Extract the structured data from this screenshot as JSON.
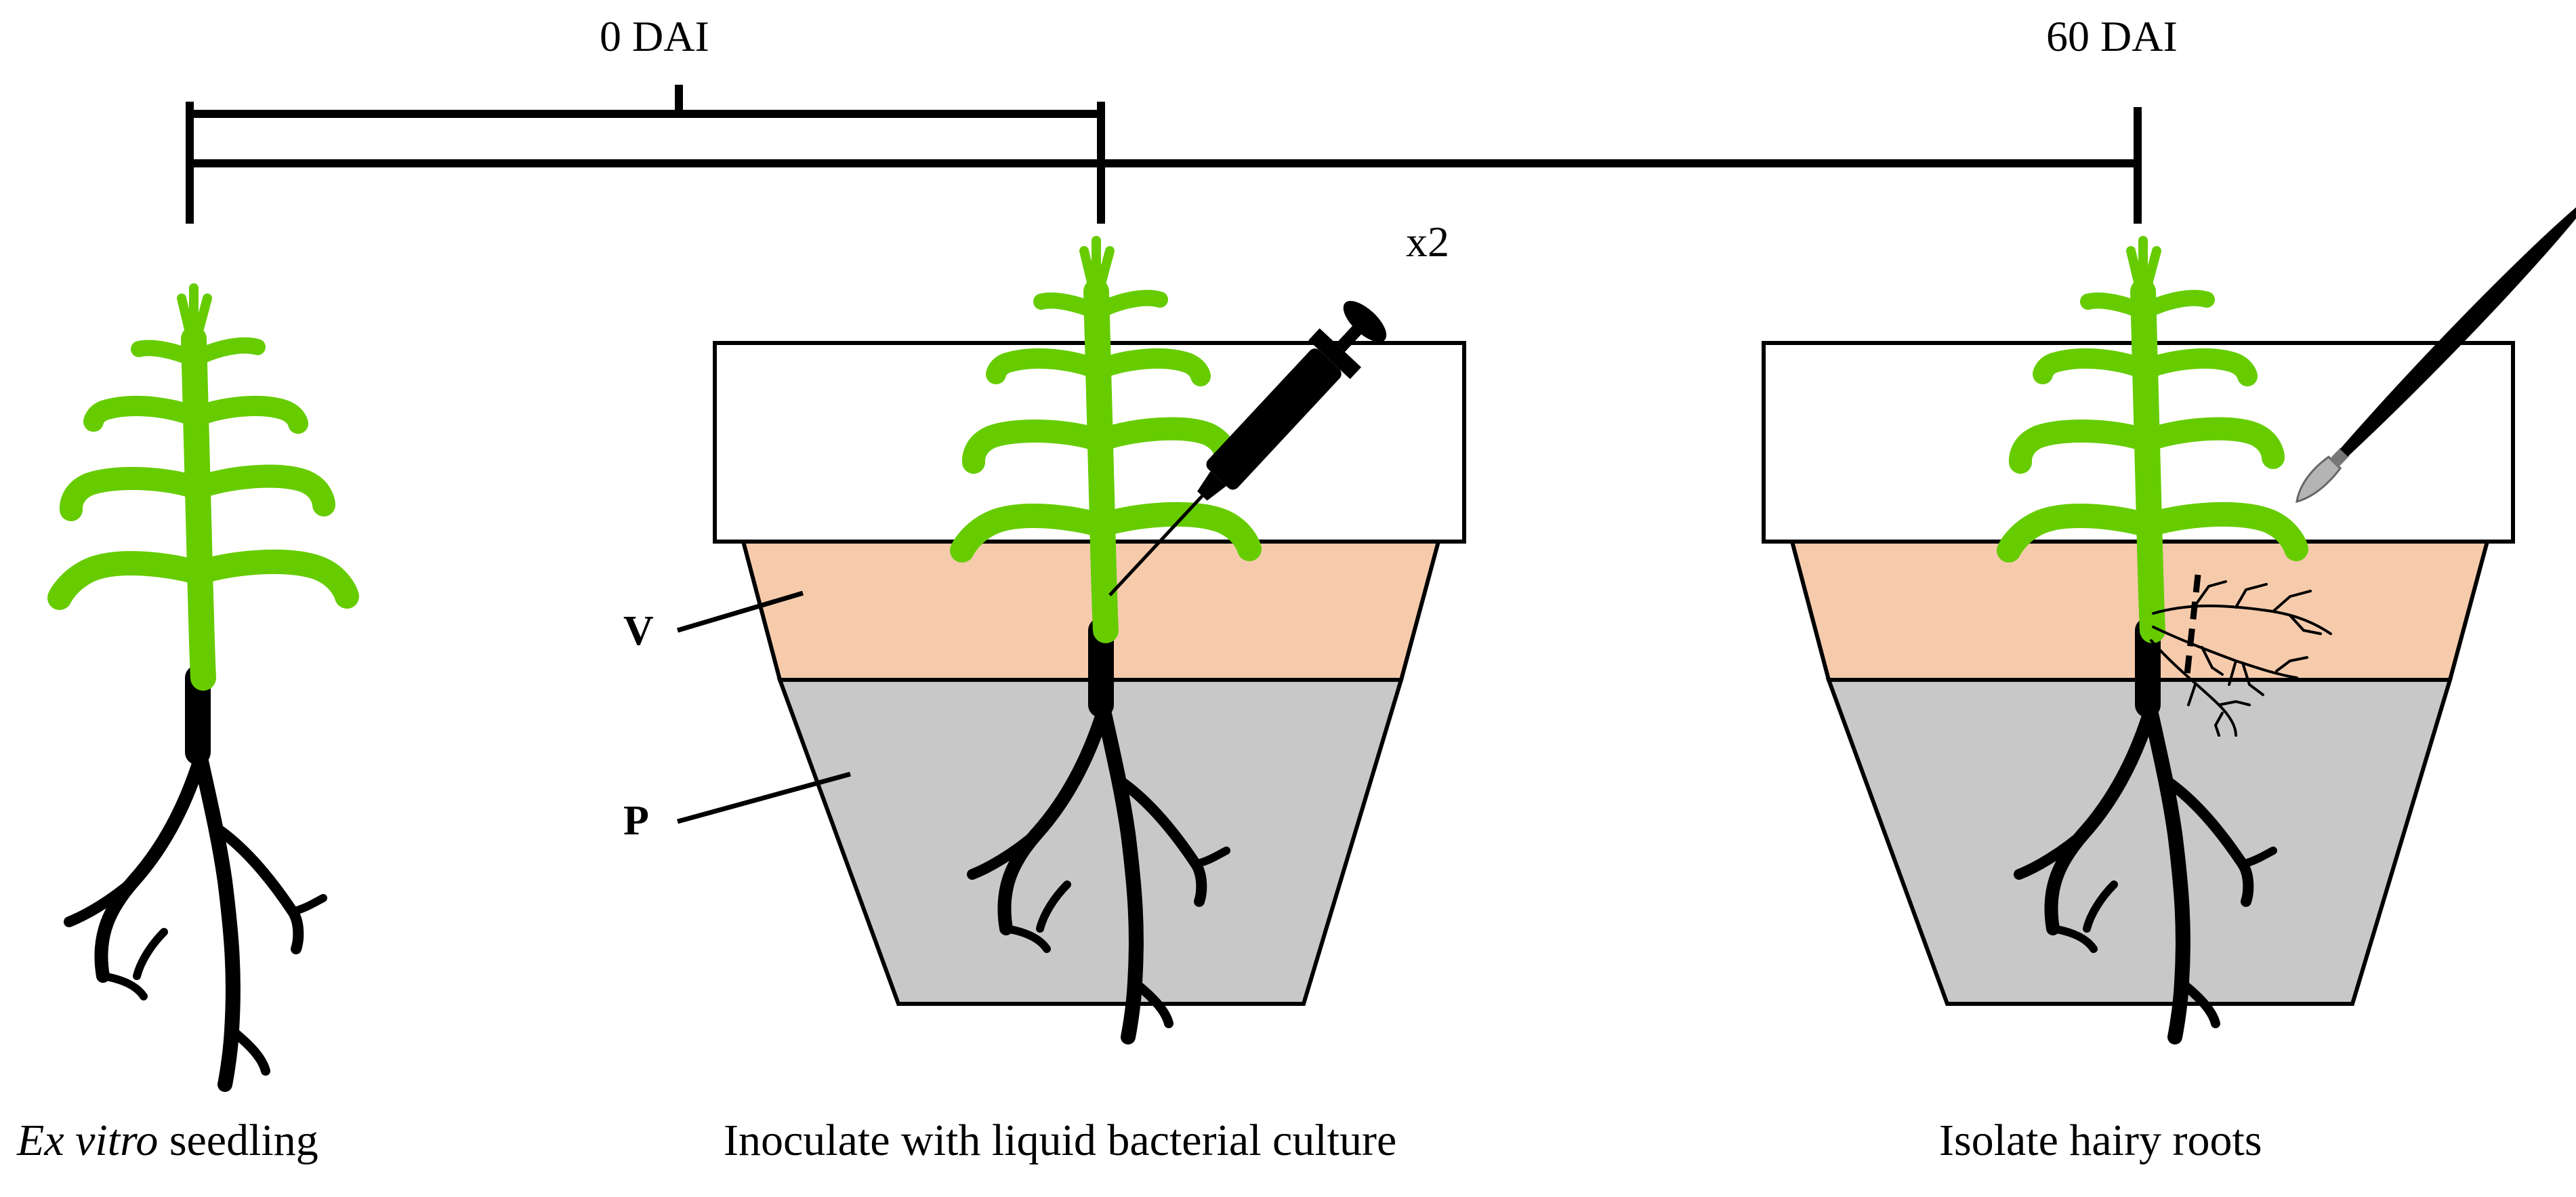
{
  "timeline": {
    "start_label": "0 DAI",
    "end_label": "60 DAI"
  },
  "annotations": {
    "repeat": "x2",
    "layer_v": "V",
    "layer_p": "P"
  },
  "captions": {
    "step1_italic": "Ex vitro",
    "step1_rest": " seedling",
    "step2": "Inoculate with liquid bacterial culture",
    "step3": "Isolate hairy roots"
  },
  "colors": {
    "stem_green": "#66cc00",
    "vermiculite": "#f6cbac",
    "perlite": "#c8c8c8",
    "root_black": "#000000",
    "scalpel_blade": "#b4b4b4"
  }
}
